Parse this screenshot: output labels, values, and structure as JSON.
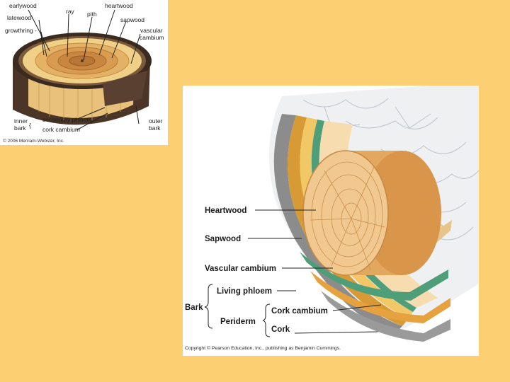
{
  "top_diagram": {
    "labels": {
      "earlywood": "earlywood",
      "latewood": "latewood-",
      "growthring": "growthring -",
      "ray": "ray",
      "pith": "pith",
      "heartwood": "heartwood",
      "sapwood": "sapwood",
      "vascular_cambium_1": "vascular",
      "vascular_cambium_2": "cambium",
      "inner_bark_1": "inner",
      "inner_bark_2": "bark",
      "secondary_phloem": "secondary phloem",
      "cork_cambium": "cork cambium",
      "outer_bark_1": "outer",
      "outer_bark_2": "bark",
      "copyright": "© 2006 Merriam-Webster, Inc."
    }
  },
  "main_diagram": {
    "labels": {
      "heartwood": "Heartwood",
      "sapwood": "Sapwood",
      "vascular_cambium": "Vascular cambium",
      "living_phloem": "Living phloem",
      "bark": "Bark",
      "cork_cambium": "Cork cambium",
      "periderm": "Periderm",
      "cork": "Cork",
      "copyright": "Copyright © Pearson Education, Inc., publishing as Benjamin Cummings."
    }
  }
}
